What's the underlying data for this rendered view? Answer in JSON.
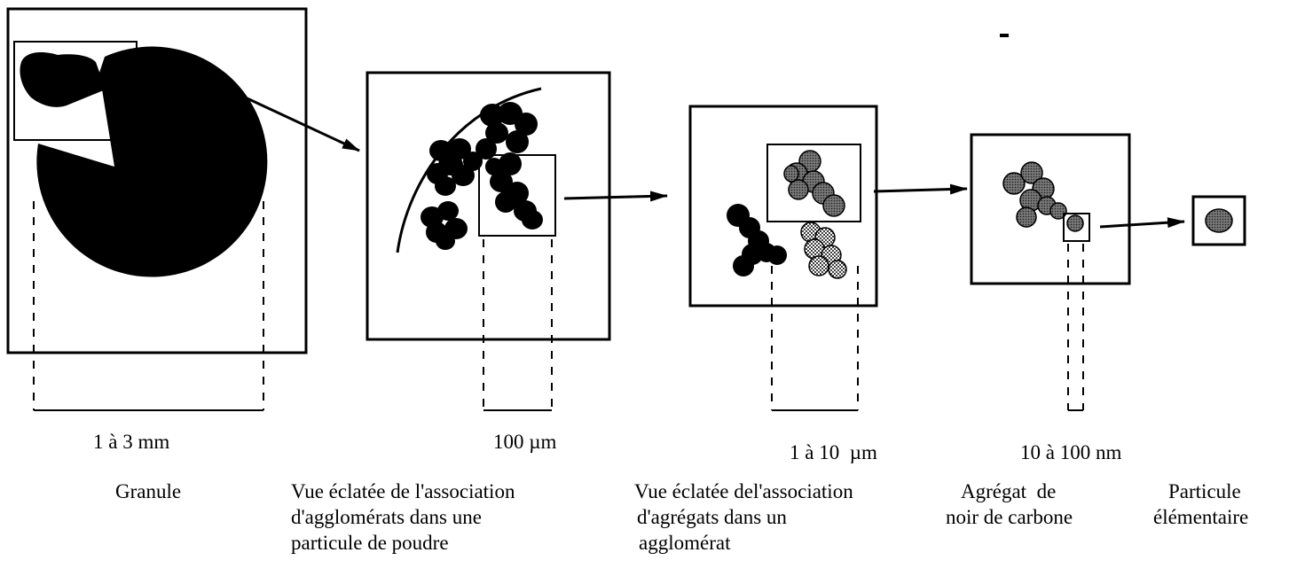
{
  "scales": {
    "granule": "1 à 3 mm",
    "powder": "100 µm",
    "agglomerate": "1 à 10  µm",
    "aggregate": "10 à 100 nm"
  },
  "captions": {
    "granule": "Granule",
    "powder_line1": "Vue éclatée de l'association",
    "powder_line2": "d'agglomérats dans une",
    "powder_line3": "particule de poudre",
    "agglomerate_line1": "Vue éclatée del'association",
    "agglomerate_line2": "d'agrégats dans un",
    "agglomerate_line3": "agglomérat",
    "aggregate_line1": "Agrégat  de",
    "aggregate_line2": "noir de carbone",
    "particle_line1": "Particule",
    "particle_line2": "élémentaire"
  },
  "colors": {
    "ink": "#000000",
    "dotted_fill": "#8a8a8a",
    "grey_fill": "#6e6e6e"
  }
}
